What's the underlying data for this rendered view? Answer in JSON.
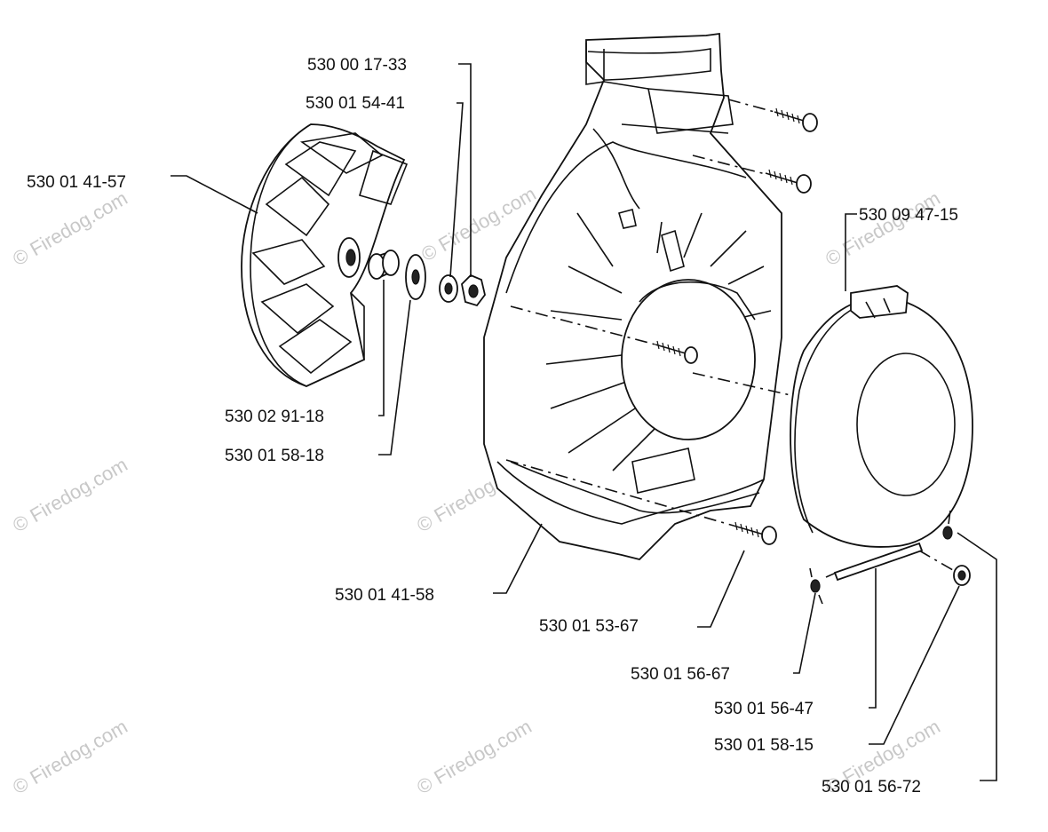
{
  "watermark": "© Firedog.com",
  "parts": [
    {
      "id": "p1",
      "number": "530 00 17-33"
    },
    {
      "id": "p2",
      "number": "530 01 54-41"
    },
    {
      "id": "p3",
      "number": "530 01 41-57"
    },
    {
      "id": "p4",
      "number": "530 09 47-15"
    },
    {
      "id": "p5",
      "number": "530 02 91-18"
    },
    {
      "id": "p6",
      "number": "530 01 58-18"
    },
    {
      "id": "p7",
      "number": "530 01 41-58"
    },
    {
      "id": "p8",
      "number": "530 01 53-67"
    },
    {
      "id": "p9",
      "number": "530 01 56-67"
    },
    {
      "id": "p10",
      "number": "530 01 56-47"
    },
    {
      "id": "p11",
      "number": "530 01 58-15"
    },
    {
      "id": "p12",
      "number": "530 01 56-72"
    }
  ]
}
